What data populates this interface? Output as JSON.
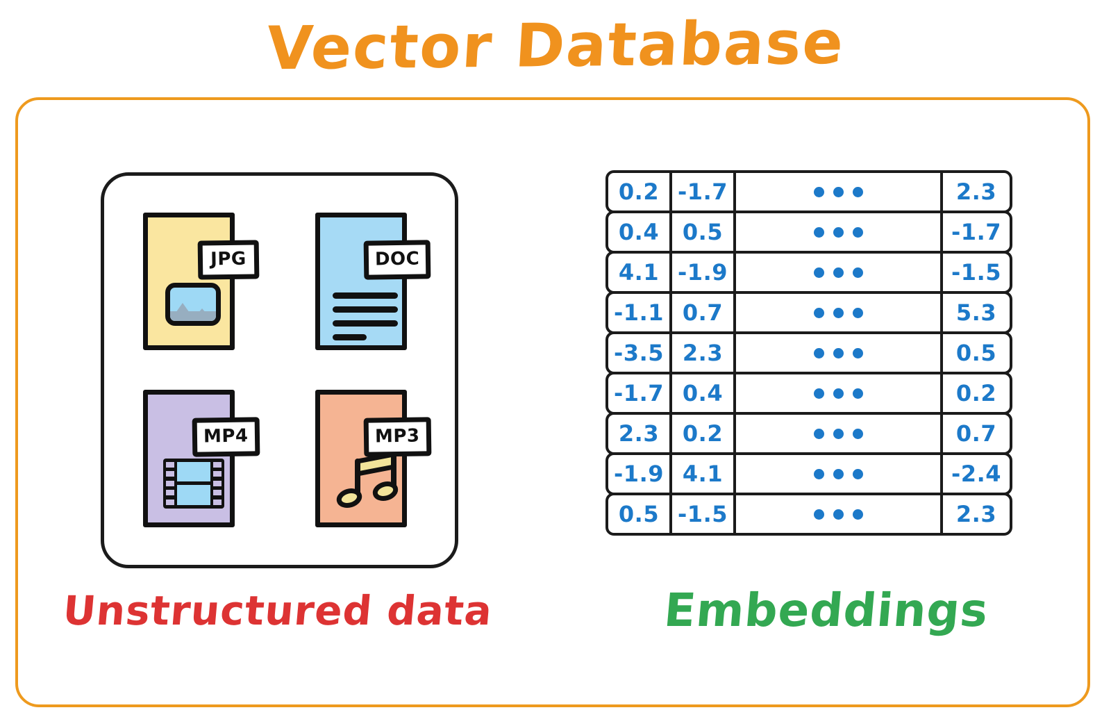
{
  "title": "Vector Database",
  "colors": {
    "title_orange": "#F0921E",
    "card_border_orange": "#EE9A1E",
    "label_red": "#DD3333",
    "label_green": "#33A852",
    "value_blue": "#1C79C9",
    "ink_black": "#111111",
    "jpg_fill": "#FAE6A0",
    "doc_fill": "#A6DAF5",
    "mp4_fill": "#C9BFE4",
    "mp3_fill": "#F5B493"
  },
  "left_panel": {
    "caption": "Unstructured data",
    "files": [
      {
        "ext": "JPG",
        "fill": "#FAE6A0",
        "glyph": "image-icon",
        "name": "file-card-jpg"
      },
      {
        "ext": "DOC",
        "fill": "#A6DAF5",
        "glyph": "lines-icon",
        "name": "file-card-doc"
      },
      {
        "ext": "MP4",
        "fill": "#C9BFE4",
        "glyph": "film-icon",
        "name": "file-card-mp4"
      },
      {
        "ext": "MP3",
        "fill": "#F5B493",
        "glyph": "music-icon",
        "name": "file-card-mp3"
      }
    ]
  },
  "right_panel": {
    "caption": "Embeddings",
    "ellipsis_label": "...",
    "table": {
      "columns": 4,
      "rows": [
        [
          "0.2",
          "-1.7",
          "...",
          "2.3"
        ],
        [
          "0.4",
          "0.5",
          "...",
          "-1.7"
        ],
        [
          "4.1",
          "-1.9",
          "...",
          "-1.5"
        ],
        [
          "-1.1",
          "0.7",
          "...",
          "5.3"
        ],
        [
          "-3.5",
          "2.3",
          "...",
          "0.5"
        ],
        [
          "-1.7",
          "0.4",
          "...",
          "0.2"
        ],
        [
          "2.3",
          "0.2",
          "...",
          "0.7"
        ],
        [
          "-1.9",
          "4.1",
          "...",
          "-2.4"
        ],
        [
          "0.5",
          "-1.5",
          "...",
          "2.3"
        ]
      ]
    }
  }
}
